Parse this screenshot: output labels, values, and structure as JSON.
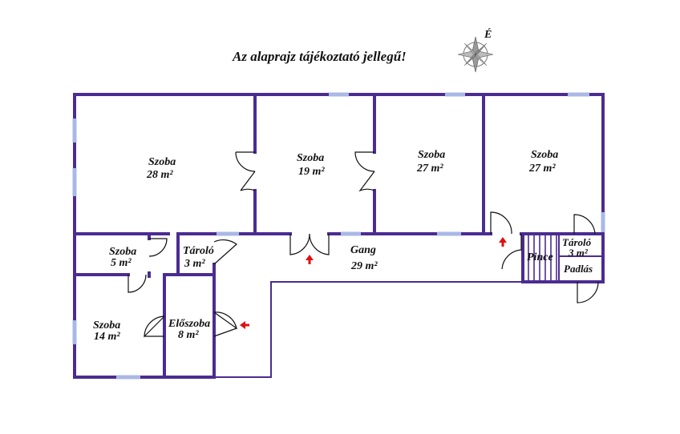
{
  "title": "Az alaprajz tájékoztató jellegű!",
  "compass": {
    "north_label": "É"
  },
  "rooms": {
    "szoba1": {
      "name": "Szoba",
      "area": "28 m²"
    },
    "szoba2": {
      "name": "Szoba",
      "area": "19 m²"
    },
    "szoba3": {
      "name": "Szoba",
      "area": "27 m²"
    },
    "szoba4": {
      "name": "Szoba",
      "area": "27 m²"
    },
    "szoba5": {
      "name": "Szoba",
      "area": "5 m²"
    },
    "tarolo1": {
      "name": "Tároló",
      "area": "3 m²"
    },
    "gang": {
      "name": "Gang",
      "area": "29 m²"
    },
    "pince": {
      "name": "Pince"
    },
    "tarolo2": {
      "name": "Tároló",
      "area": "3 m²"
    },
    "padlas": {
      "name": "Padlás"
    },
    "szoba6": {
      "name": "Szoba",
      "area": "14 m²"
    },
    "eloszoba": {
      "name": "Előszoba",
      "area": "8 m²"
    }
  },
  "colors": {
    "wall": "#4b2c91",
    "window": "#aab8e6",
    "arrow": "#e01010"
  }
}
